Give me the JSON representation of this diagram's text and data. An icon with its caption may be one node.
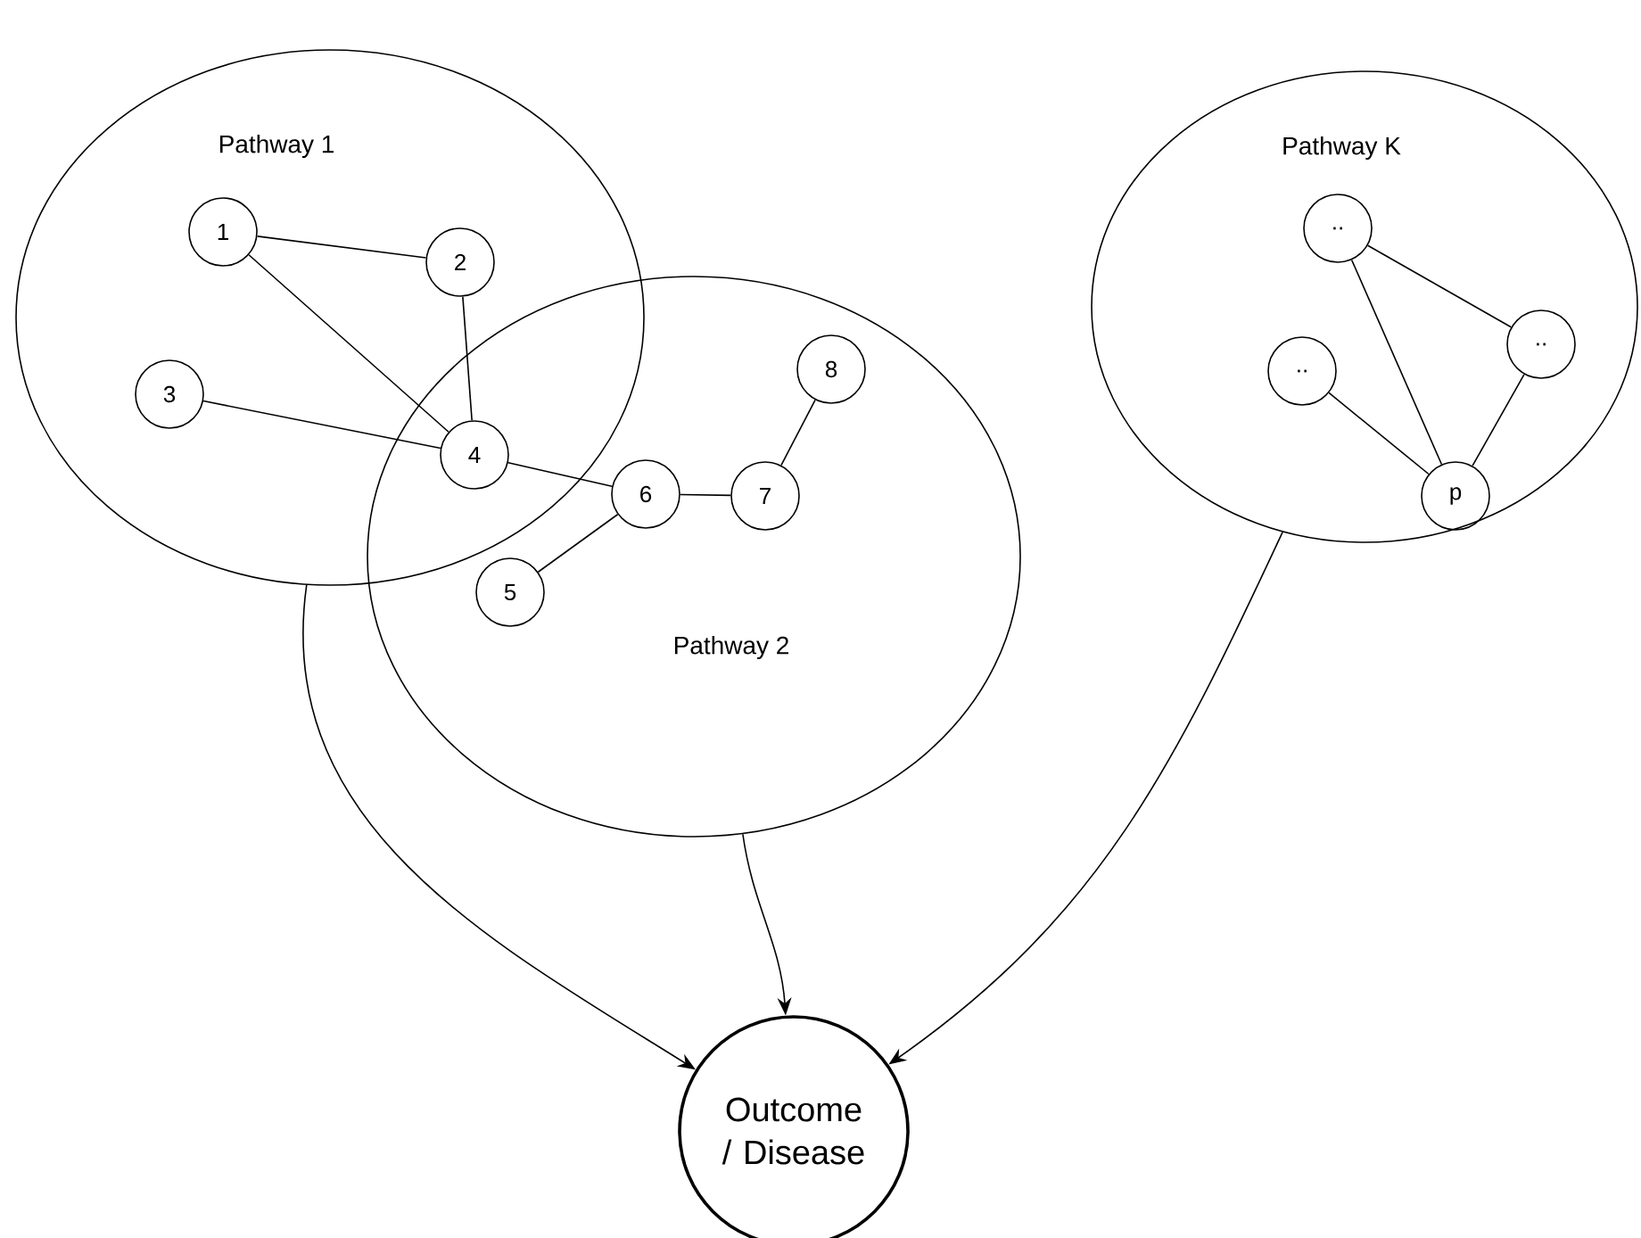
{
  "diagram": {
    "nodes": [
      {
        "text": [
          "Pathway 1"
        ]
      },
      {
        "text": [
          "1"
        ],
        "in": 0
      },
      {
        "text": [
          "2"
        ],
        "in": 0
      },
      {
        "text": [
          "3"
        ],
        "in": 0
      },
      {
        "text": [
          "4"
        ]
      },
      {
        "text": [
          "Pathway 2"
        ]
      },
      {
        "text": [
          "5"
        ],
        "in": 5
      },
      {
        "text": [
          "6"
        ],
        "in": 5
      },
      {
        "text": [
          "7"
        ],
        "in": 5
      },
      {
        "text": [
          "8"
        ],
        "in": 5
      },
      {
        "text": [
          "Pathway K"
        ]
      },
      {
        "text": [
          ".."
        ],
        "in": 10
      },
      {
        "text": [
          ".."
        ],
        "in": 10
      },
      {
        "text": [
          ".."
        ],
        "in": 10
      },
      {
        "text": [
          "p"
        ],
        "in": 10
      },
      {
        "text": [
          "Outcome / Disease"
        ]
      }
    ],
    "edges": [
      {
        "from": 1,
        "to": 2,
        "arrow": "none"
      },
      {
        "from": 1,
        "to": 4,
        "arrow": "none"
      },
      {
        "from": 2,
        "to": 4,
        "arrow": "none"
      },
      {
        "from": 3,
        "to": 4,
        "arrow": "none"
      },
      {
        "from": 4,
        "to": 7,
        "arrow": "none"
      },
      {
        "from": 6,
        "to": 7,
        "arrow": "none"
      },
      {
        "from": 7,
        "to": 8,
        "arrow": "none"
      },
      {
        "from": 8,
        "to": 9,
        "arrow": "none"
      },
      {
        "from": 11,
        "to": 14,
        "arrow": "none"
      },
      {
        "from": 11,
        "to": 13,
        "arrow": "none"
      },
      {
        "from": 12,
        "to": 14,
        "arrow": "none"
      },
      {
        "from": 13,
        "to": 14,
        "arrow": "none"
      },
      {
        "from": 0,
        "to": 15,
        "arrow": "to"
      },
      {
        "from": 5,
        "to": 15,
        "arrow": "to"
      },
      {
        "from": 10,
        "to": 15,
        "arrow": "to"
      }
    ]
  }
}
